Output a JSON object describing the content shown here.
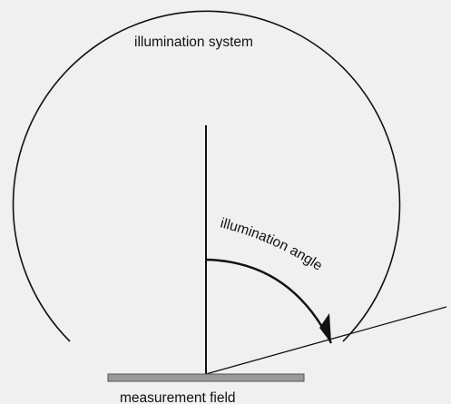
{
  "labels": {
    "illumination_system": "illumination system",
    "illumination_angle": "illumination angle",
    "measurement_field": "measurement field"
  },
  "colors": {
    "background": "#f0f0f0",
    "line": "#111111",
    "field_fill": "#9a9a9a",
    "field_stroke": "#555555"
  }
}
